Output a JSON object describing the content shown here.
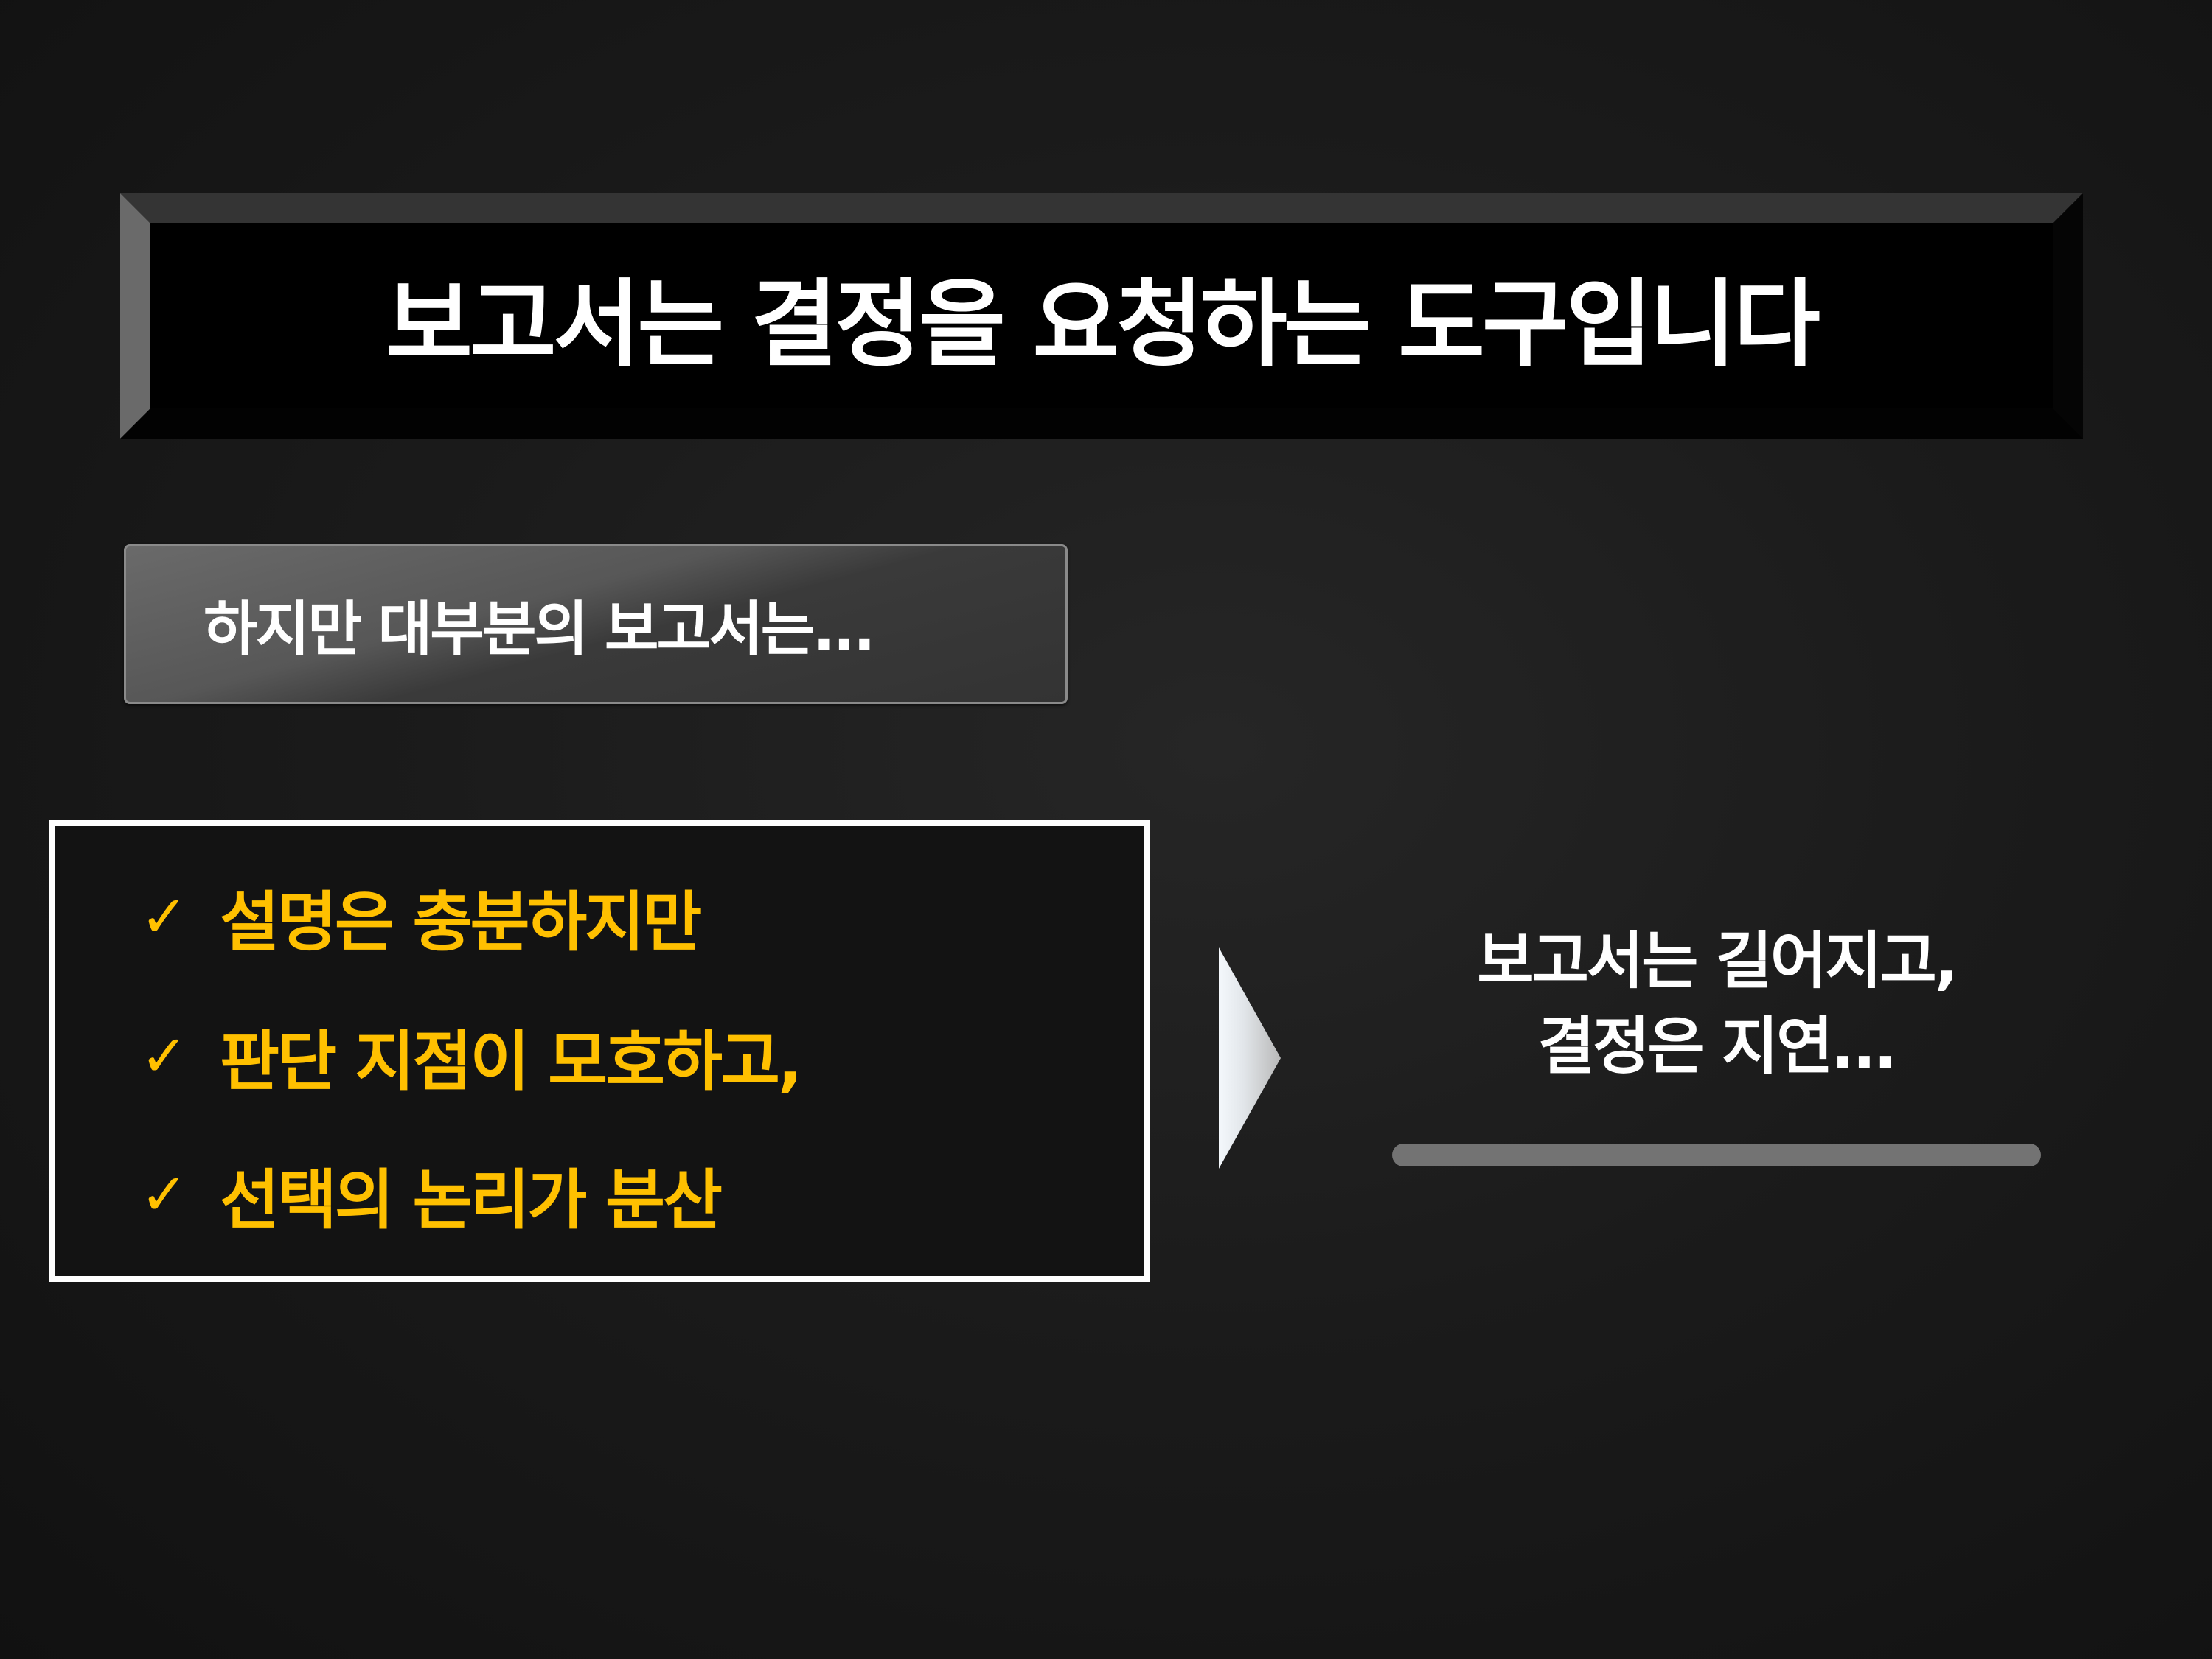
{
  "title": {
    "text": "보고서는 결정을 요청하는 도구입니다"
  },
  "subtitle_button": {
    "label": "하지만 대부분의 보고서는..."
  },
  "list": {
    "check_icon": "✓",
    "items": [
      {
        "label": "설명은 충분하지만"
      },
      {
        "label": "판단 지점이 모호하고,"
      },
      {
        "label": "선택의 논리가 분산"
      }
    ]
  },
  "arrow": {
    "icon": "triangle-right"
  },
  "result": {
    "line1": "보고서는 길어지고,",
    "line2": "결정은 지연..."
  },
  "colors": {
    "background": "#1a1a1a",
    "accent_yellow": "#FFC000",
    "title_box": "#000000",
    "divider_bar": "#737373",
    "text": "#FFFFFF"
  }
}
